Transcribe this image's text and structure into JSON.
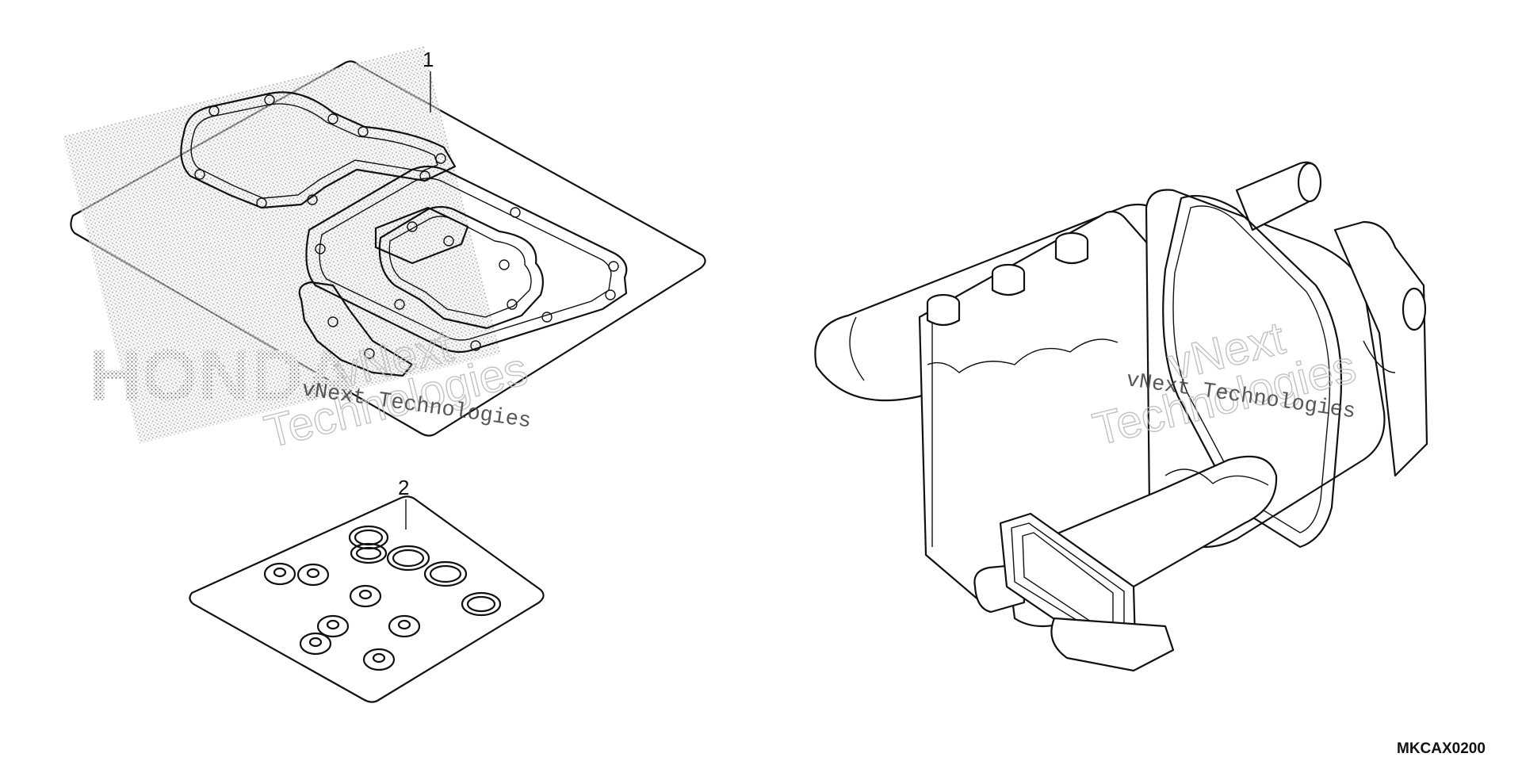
{
  "callouts": [
    {
      "number": "1"
    },
    {
      "number": "2"
    }
  ],
  "diagram_code": "MKCAX0200",
  "watermark": {
    "company": "vNext Technologies",
    "outline_top": "vNext",
    "outline_bottom": "Technologies",
    "logo_text": "HONDA"
  }
}
